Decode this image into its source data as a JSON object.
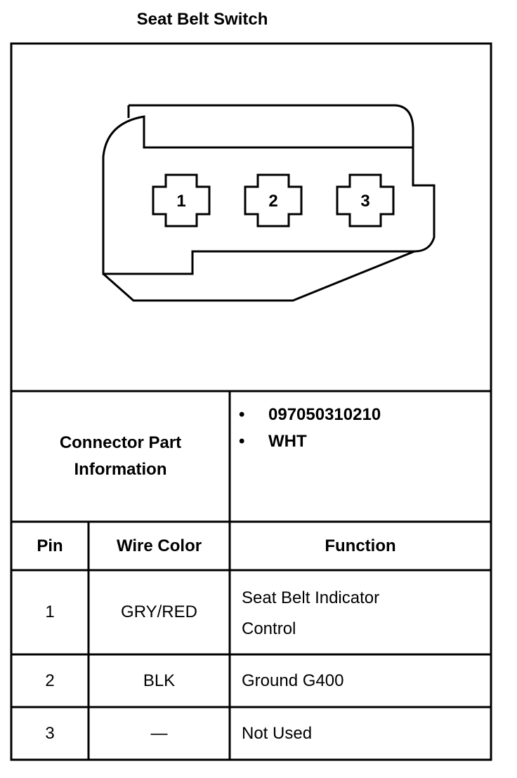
{
  "title": "Seat Belt Switch",
  "connector": {
    "cavities": [
      "1",
      "2",
      "3"
    ]
  },
  "part_info": {
    "label": "Connector Part Information",
    "items": [
      "097050310210",
      "WHT"
    ]
  },
  "table": {
    "headers": {
      "pin": "Pin",
      "wire": "Wire Color",
      "function": "Function"
    },
    "rows": [
      {
        "pin": "1",
        "wire": "GRY/RED",
        "function_line1": "Seat Belt Indicator",
        "function_line2": "Control"
      },
      {
        "pin": "2",
        "wire": "BLK",
        "function": "Ground G400"
      },
      {
        "pin": "3",
        "wire": "—",
        "function": "Not Used"
      }
    ]
  }
}
